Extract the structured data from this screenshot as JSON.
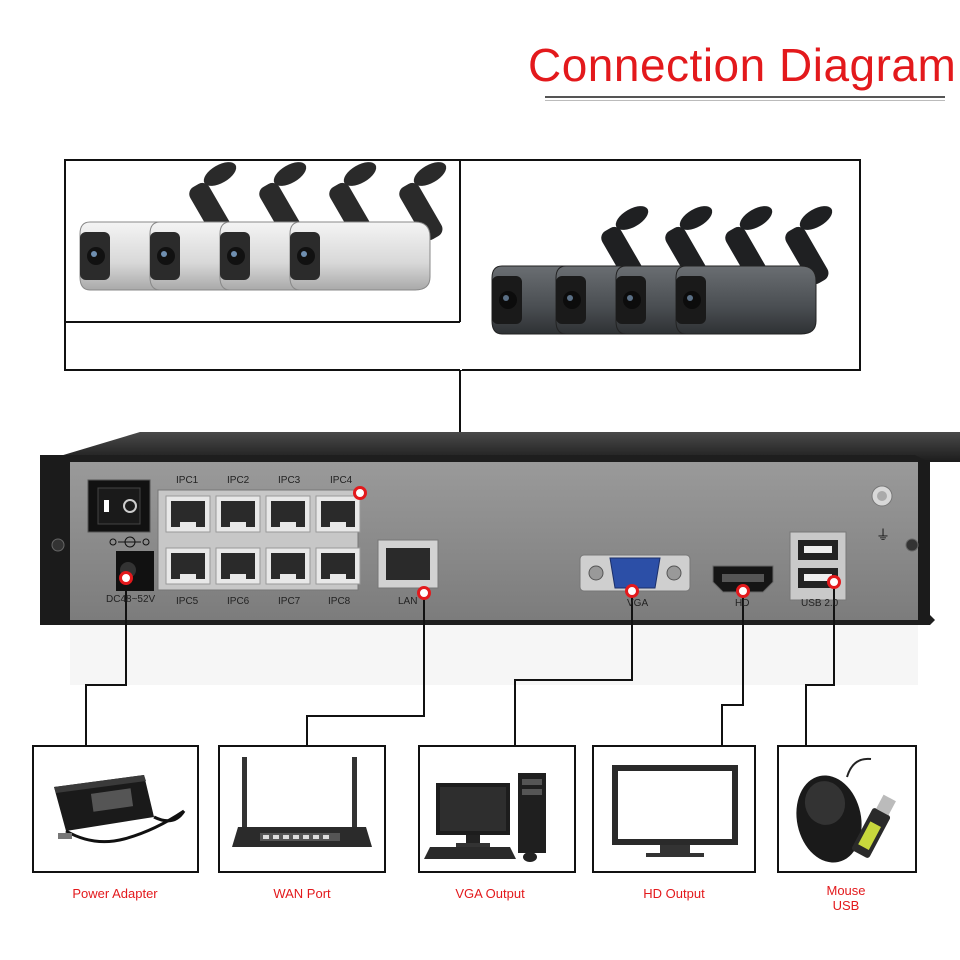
{
  "title": "Connection Diagram",
  "nvr": {
    "ports": {
      "ipc_top": [
        "IPC1",
        "IPC2",
        "IPC3",
        "IPC4"
      ],
      "ipc_bottom": [
        "IPC5",
        "IPC6",
        "IPC7",
        "IPC8"
      ],
      "power": "DC48~52V",
      "lan": "LAN",
      "vga": "VGA",
      "hd": "HD",
      "usb": "USB 2.0"
    },
    "power_symbol": "O-C-O"
  },
  "devices": [
    {
      "caption": "Power Adapter"
    },
    {
      "caption": "WAN Port"
    },
    {
      "caption": "VGA Output"
    },
    {
      "caption": "HD Output"
    },
    {
      "caption": "Mouse\nUSB"
    }
  ],
  "colors": {
    "accent": "#e3191c",
    "nvr_panel": "#8c8c8c",
    "nvr_body": "#1e1e1e"
  }
}
